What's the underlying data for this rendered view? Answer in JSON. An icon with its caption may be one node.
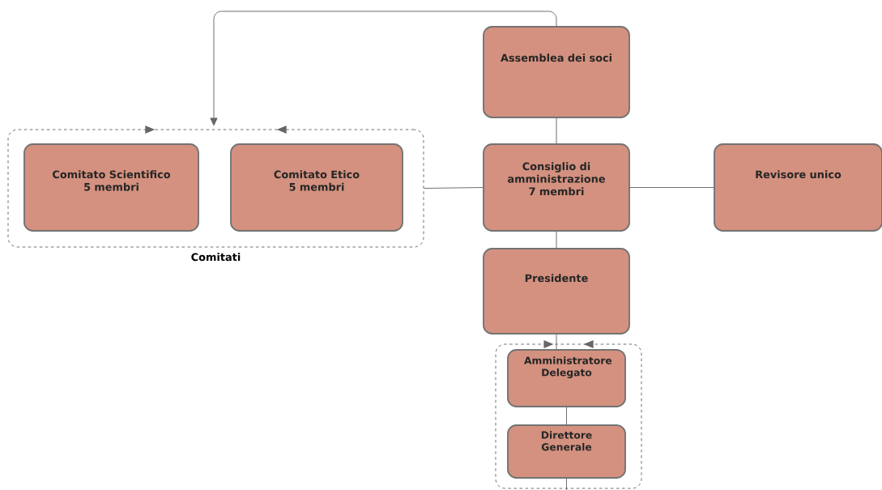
{
  "diagram": {
    "nodes": [
      {
        "text": [
          "Assemblea dei soci"
        ]
      },
      {
        "text": [
          "Consiglio di amministrazione",
          "7 membri"
        ]
      },
      {
        "text": [
          "Revisore unico"
        ]
      },
      {
        "text": [
          "Comitati"
        ]
      },
      {
        "text": [
          "Comitato Scientifico",
          "5 membri"
        ],
        "in": 3
      },
      {
        "text": [
          "Comitato Etico",
          "5 membri"
        ],
        "in": 3
      },
      {
        "text": [
          "Presidente"
        ]
      },
      {
        "text": [],
        "shape": "box"
      },
      {
        "text": [
          "Amministratore Delegato"
        ],
        "in": 7
      },
      {
        "text": [
          "Direttore Generale"
        ],
        "in": 7
      }
    ],
    "edges": [
      {
        "from": 0,
        "to": 3,
        "arrow": "to"
      },
      {
        "from": 0,
        "to": 1,
        "arrow": "none"
      },
      {
        "from": 1,
        "to": 2,
        "arrow": "none"
      },
      {
        "from": 1,
        "to": 3,
        "arrow": "none"
      },
      {
        "from": 1,
        "to": 6,
        "arrow": "none"
      },
      {
        "from": 6,
        "to": 8,
        "arrow": "none"
      },
      {
        "from": 8,
        "to": 9,
        "arrow": "none"
      },
      {
        "from": 9,
        "to": null,
        "arrow": "none"
      }
    ]
  }
}
